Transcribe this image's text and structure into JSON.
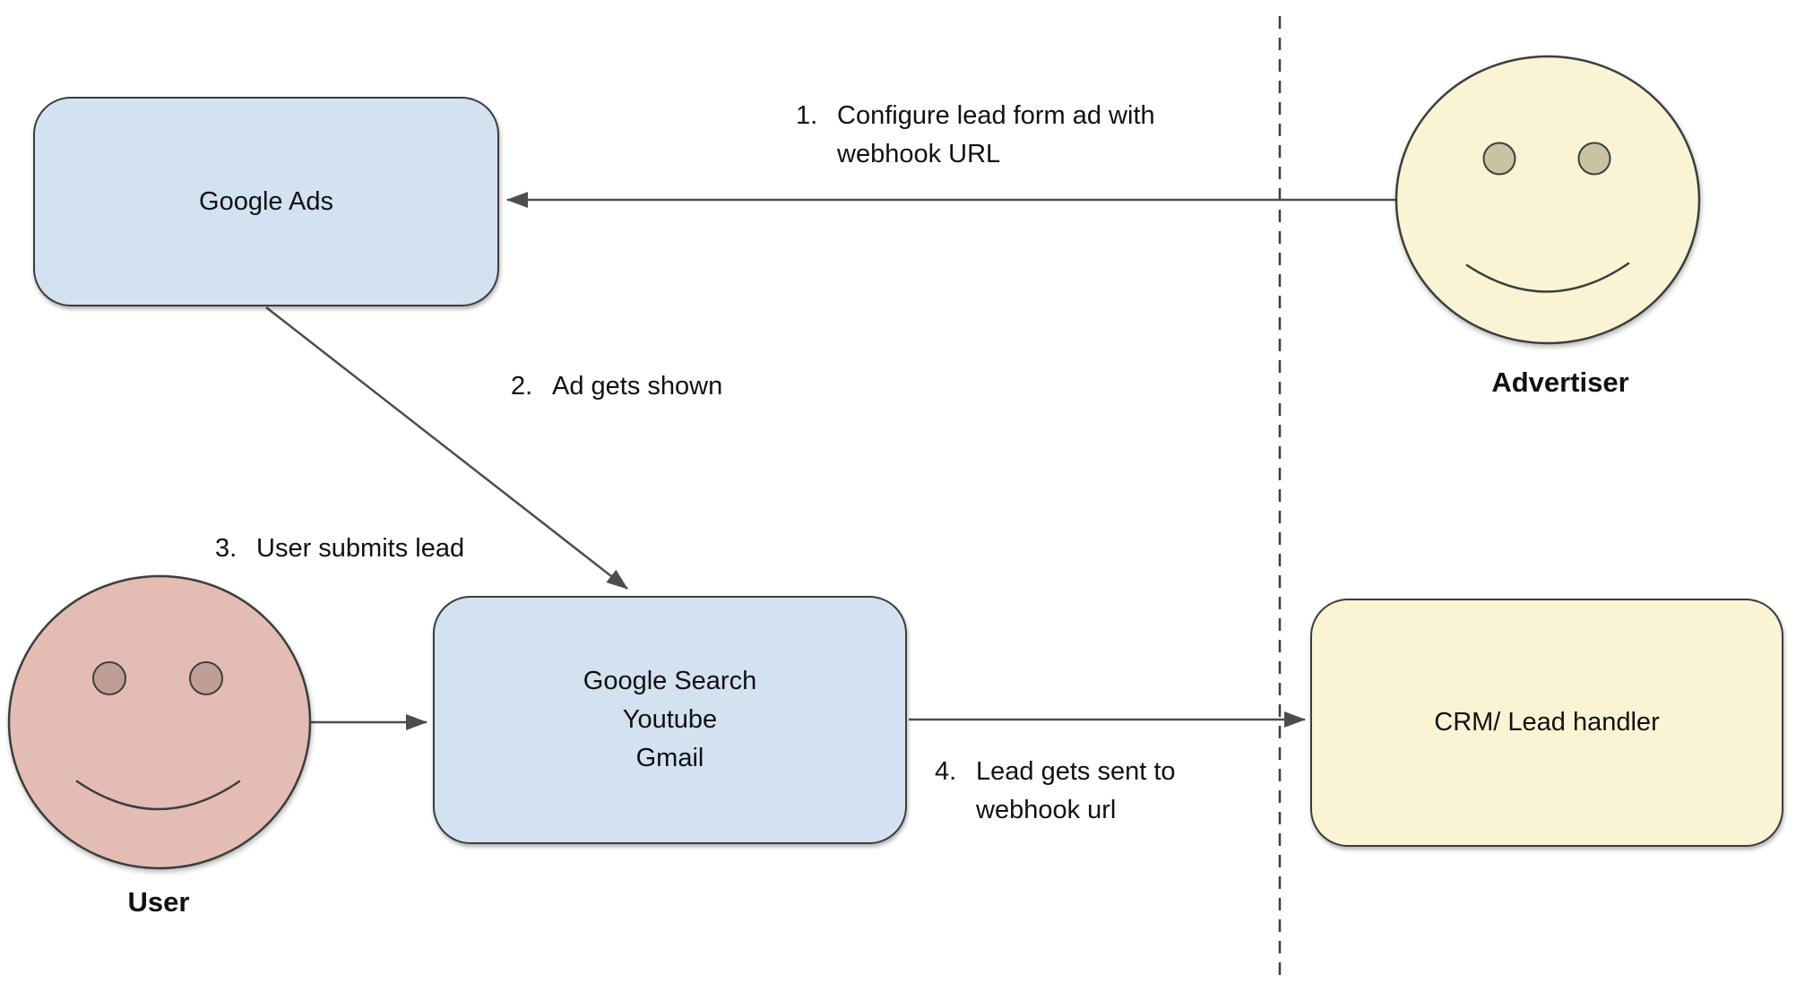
{
  "nodes": {
    "google_ads": {
      "label": "Google Ads",
      "fill": "#d2e2f1"
    },
    "google_surfaces": {
      "lines": [
        "Google Search",
        "Youtube",
        "Gmail"
      ],
      "fill": "#d2e2f1"
    },
    "crm": {
      "label": "CRM/ Lead handler",
      "fill": "#faf3d4"
    }
  },
  "actors": {
    "advertiser": {
      "label": "Advertiser",
      "face_fill": "#faf3d4",
      "eye_fill": "#c9c3a3"
    },
    "user": {
      "label": "User",
      "face_fill": "#e3bcb3",
      "eye_fill": "#bf9e96"
    }
  },
  "steps": [
    {
      "number": "1.",
      "lines": [
        "Configure lead form ad with",
        "webhook URL"
      ]
    },
    {
      "number": "2.",
      "lines": [
        "Ad gets shown"
      ]
    },
    {
      "number": "3.",
      "lines": [
        "User submits lead"
      ]
    },
    {
      "number": "4.",
      "lines": [
        "Lead gets sent to",
        "webhook url"
      ]
    }
  ],
  "colors": {
    "outline": "#3d3d3d",
    "arrow": "#4d4d4d",
    "background": "#ffffff"
  }
}
